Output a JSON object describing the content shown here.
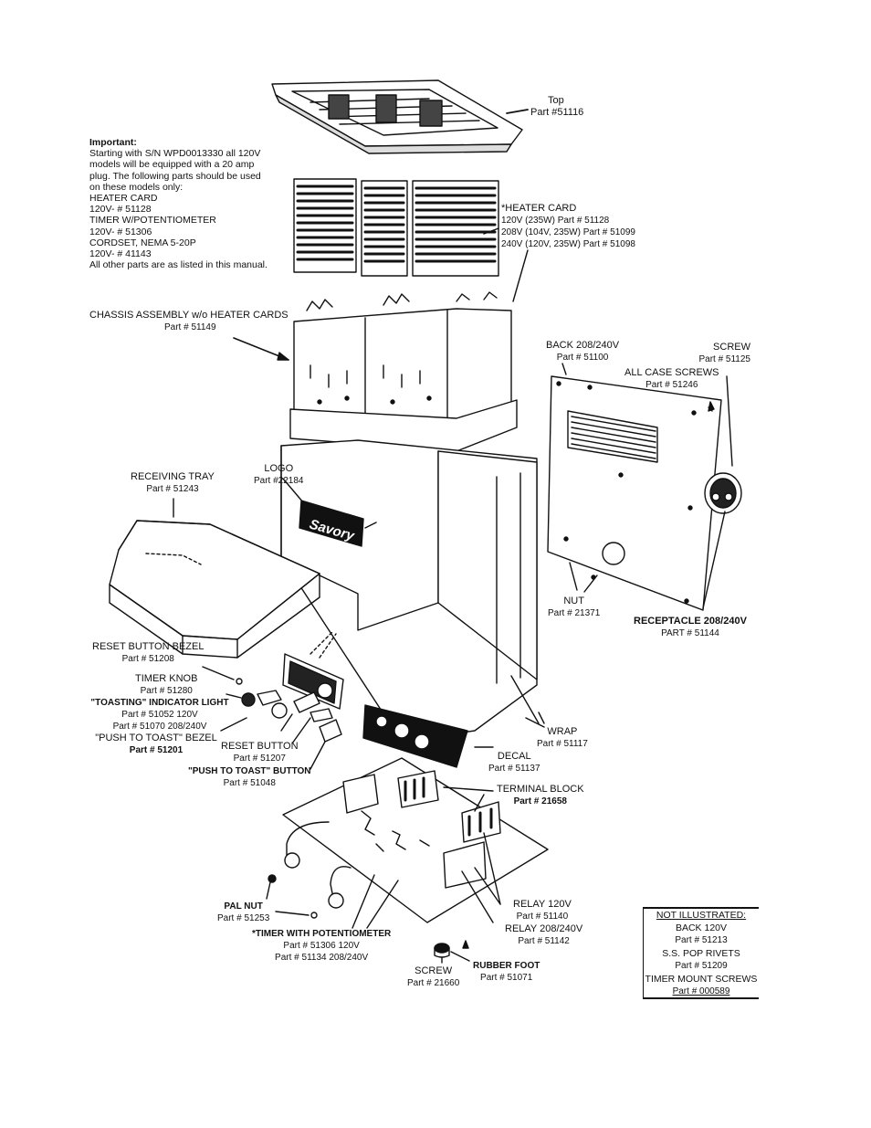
{
  "top": {
    "name": "Top",
    "part": "Part #51116"
  },
  "important_note": {
    "heading": "Important:",
    "lines": [
      "Starting with S/N WPD0013330 all 120V",
      "models will be equipped with a 20 amp",
      "plug.  The following parts should be used",
      "on these models only:",
      "HEATER CARD",
      "120V- # 51128",
      "TIMER W/POTENTIOMETER",
      "120V- # 51306",
      "CORDSET, NEMA 5-20P",
      "120V- # 41143",
      "All other parts are as listed in this manual."
    ]
  },
  "heater_card": {
    "name": "*HEATER CARD",
    "lines": [
      "120V (235W) Part # 51128",
      "208V (104V, 235W) Part # 51099",
      "240V (120V, 235W) Part # 51098"
    ]
  },
  "chassis": {
    "name": "CHASSIS ASSEMBLY w/o HEATER CARDS",
    "part": "Part # 51149"
  },
  "back": {
    "name": "BACK 208/240V",
    "part": "Part # 51100"
  },
  "screw_top": {
    "name": "SCREW",
    "part": "Part # 51125"
  },
  "all_case_screws": {
    "name": "ALL CASE SCREWS",
    "part": "Part # 51246"
  },
  "receiving_tray": {
    "name": "RECEIVING TRAY",
    "part": "Part # 51243"
  },
  "logo": {
    "name": "LOGO",
    "part": "Part #22184",
    "brand": "Savory"
  },
  "nut": {
    "name": "NUT",
    "part": "Part # 21371"
  },
  "receptacle": {
    "name": "RECEPTACLE 208/240V",
    "part": "PART # 51144"
  },
  "reset_button_bezel": {
    "name": "RESET BUTTON BEZEL",
    "part": "Part # 51208"
  },
  "timer_knob": {
    "name": "TIMER KNOB",
    "part": "Part # 51280"
  },
  "toasting_light": {
    "name": "\"TOASTING\" INDICATOR LIGHT",
    "parts": [
      "Part # 51052 120V",
      "Part # 51070 208/240V"
    ]
  },
  "push_to_toast_bezel": {
    "name": "\"PUSH TO TOAST\" BEZEL",
    "part": "Part # 51201"
  },
  "reset_button": {
    "name": "RESET BUTTON",
    "part": "Part # 51207"
  },
  "push_to_toast_button": {
    "name": "\"PUSH TO TOAST\" BUTTON",
    "part": "Part # 51048"
  },
  "wrap": {
    "name": "WRAP",
    "part": "Part # 51117"
  },
  "decal": {
    "name": "DECAL",
    "part": "Part # 51137"
  },
  "terminal_block": {
    "name": "TERMINAL BLOCK",
    "part": "Part # 21658"
  },
  "pal_nut": {
    "name": "PAL NUT",
    "part": "Part # 51253"
  },
  "timer_pot": {
    "name": "*TIMER WITH POTENTIOMETER",
    "parts": [
      "Part # 51306 120V",
      "Part # 51134 208/240V"
    ]
  },
  "relay_120": {
    "name": "RELAY 120V",
    "part": "Part # 51140"
  },
  "relay_208": {
    "name": "RELAY 208/240V",
    "part": "Part # 51142"
  },
  "screw_bottom": {
    "name": "SCREW",
    "part": "Part # 21660"
  },
  "rubber_foot": {
    "name": "RUBBER FOOT",
    "part": "Part # 51071"
  },
  "not_illustrated": {
    "heading": "NOT ILLUSTRATED:",
    "lines": [
      "BACK 120V",
      "Part # 51213",
      "S.S. POP RIVETS",
      "Part # 51209",
      "TIMER MOUNT SCREWS",
      "Part # 000589"
    ]
  }
}
